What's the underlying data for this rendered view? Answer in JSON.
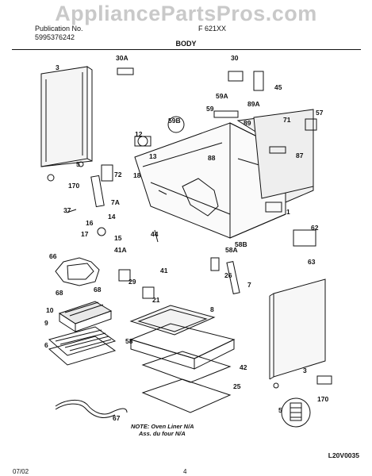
{
  "watermark": "AppliancePartsPros.com",
  "header": {
    "publication_label": "Publication No.",
    "publication_number": "5995376242",
    "model": "F 621XX",
    "section_title": "BODY"
  },
  "part_labels": [
    "3",
    "5",
    "170",
    "72",
    "7A",
    "37",
    "16",
    "14",
    "17",
    "15",
    "41A",
    "44",
    "66",
    "68",
    "68",
    "29",
    "12",
    "13",
    "18",
    "59B",
    "59",
    "59A",
    "30",
    "30A",
    "45",
    "89A",
    "89",
    "71",
    "57",
    "87",
    "88",
    "58A",
    "58B",
    "1",
    "62",
    "63",
    "26",
    "41",
    "21",
    "7",
    "10",
    "9",
    "6",
    "8",
    "58",
    "42",
    "25",
    "67",
    "3",
    "5",
    "170"
  ],
  "note": {
    "line1": "NOTE: Oven Liner N/A",
    "line2": "Ass. du four N/A"
  },
  "diagram_code": "L20V0035",
  "footer": {
    "date": "07/02",
    "page": "4"
  }
}
